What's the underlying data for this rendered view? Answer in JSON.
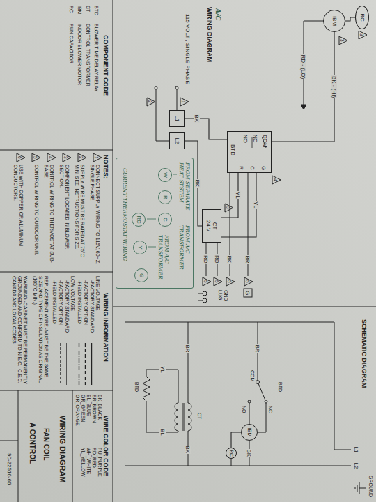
{
  "diagram": {
    "title": "WIRING DIAGRAM",
    "nodes": [
      {
        "text": [
          "RC"
        ]
      },
      {
        "text": [
          "IBM"
        ]
      },
      {
        "text": [
          "COM",
          "NC",
          "NO",
          "BTD",
          "G",
          "C",
          "R"
        ]
      },
      {
        "text": [
          "CT",
          "24 V"
        ]
      },
      {
        "text": [
          "L1"
        ]
      },
      {
        "text": [
          "L2"
        ]
      },
      {
        "text": [
          "FROM SEPARATE HEAT SYSTEM",
          "FROM A/C TRANSFORMER",
          "FROM A/C TRANSFORMER",
          "CURRENT THERMOSTAT WIRING"
        ]
      },
      {
        "text": [
          "W"
        ],
        "in": 6
      },
      {
        "text": [
          "R"
        ],
        "in": 6
      },
      {
        "text": [
          "C"
        ],
        "in": 6
      },
      {
        "text": [
          "RC"
        ],
        "in": 6
      },
      {
        "text": [
          "Y"
        ],
        "in": 6
      },
      {
        "text": [
          "G"
        ],
        "in": 6
      },
      {
        "text": [
          "IBM"
        ]
      },
      {
        "text": [
          "RC"
        ]
      }
    ],
    "edges": [
      {
        "from": 0,
        "to": 1,
        "arrow": "none"
      },
      {
        "from": 1,
        "to": 2,
        "arrow": "none",
        "label": "BK - (HI)"
      },
      {
        "from": 4,
        "to": 2,
        "arrow": "none",
        "label": "BK"
      },
      {
        "from": 2,
        "to": 3,
        "arrow": "none",
        "label": "YL"
      },
      {
        "from": 2,
        "to": 3,
        "arrow": "none",
        "label": "YL"
      },
      {
        "from": 5,
        "to": 3,
        "arrow": "none",
        "label": "BK"
      },
      {
        "from": 13,
        "to": 14,
        "arrow": "none"
      }
    ],
    "labels": [
      "A/C",
      "115 VOLT , SINGLE PHASE",
      "RD - (LO)",
      "BR",
      "BK",
      "RD",
      "RD",
      "5",
      "5",
      "5",
      "5",
      "G",
      "GND LUG",
      "3",
      "3",
      "1",
      "2",
      "3",
      "4",
      "SCHEMATIC DIAGRAM",
      "L1",
      "L2",
      "GROUND",
      "BR",
      "COM",
      "NC",
      "NO",
      "BTD",
      "BK",
      "BR",
      "CT",
      "BK",
      "YL",
      "BL",
      "BTD",
      "COMPONENT CODE",
      "BTD",
      "BLOWER TIME DELAY RELAY",
      "CT",
      "CONTROL TRANSFORMER",
      "IBM",
      "INDOOR BLOWER MOTOR",
      "RC",
      "RUN CAPACITOR",
      "NOTES:",
      "1",
      "CONNECT SUPPLY WIRING TO 115V, 60HZ, SINGLE PHASE.",
      "2",
      "SUPPLY WIRE MUST BE RATED AT 75°C MIN. SEE INSTRUCTIONS FOR SIZE.",
      "3",
      "COMPONENT LOCATED IN BLOWER SECTION.",
      "4",
      "CONTROL WIRING TO THERMOSTAT SUB-BASE.",
      "5",
      "CONTROL WIRING TO OUTDOOR UNIT.",
      "6",
      "USE WITH COPPER OR ALUMINUM CONDUCTORS.",
      "WIRING INFORMATION",
      "LINE VOLTAGE",
      "LOW VOLTAGE",
      "REPLACEMENT WIRE -MUST BE THE SAME SIZE AND TYPE OF INSULATION AS ORIGINAL (105°C MIN.)",
      "WARNING -CABINET MUST BE PERMANENTLY GROUNDED AND CONFORM TO N.E.C., C.E.C. CANADA AND LOCAL CODES.",
      "WIRE COLOR CODE",
      "BK_BLACK",
      "BR_BROWN",
      "BL_BLUE",
      "GR_GREEN",
      "OR_ORANGE",
      "PU_PURPLE",
      "RD_RED",
      "WH_WHITE",
      "YL_YELLOW",
      "WIRING DIAGRAM",
      "FAN COIL",
      "A CONTROL",
      "90-22516-66"
    ],
    "legend": [
      {
        "text": "-FACTORY STANDARD"
      },
      {
        "text": "-FACTORY OPTION"
      },
      {
        "text": "-FIELD INSTALLED"
      },
      {
        "text": "-FACTORY STANDARD"
      },
      {
        "text": "-FACTORY OPTION"
      },
      {
        "text": "-FIELD INSTALLED"
      }
    ]
  }
}
